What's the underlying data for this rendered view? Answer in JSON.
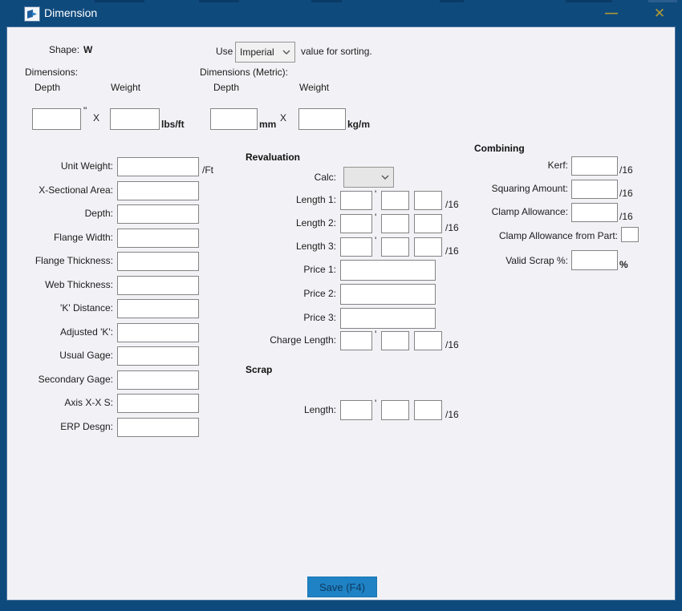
{
  "window": {
    "title": "Dimension",
    "minimize_glyph": "—",
    "close_glyph": "✕"
  },
  "colors": {
    "titlebar": "#0f4a7d",
    "titlebar_buttons_gold": "#b09a33",
    "dialog_background": "#f2f2f6",
    "save_button": "#1f82c4"
  },
  "header": {
    "shape_label": "Shape:",
    "shape_value": "W",
    "use_label": "Use",
    "sorting_dropdown_value": "Imperial",
    "sorting_suffix": "value for sorting.",
    "dimensions_label": "Dimensions:",
    "dimensions_metric_label": "Dimensions (Metric):",
    "depth_col_label": "Depth",
    "weight_col_label": "Weight",
    "inches_mark": "\"",
    "x_separator": "X",
    "lbs_unit": "lbs/ft",
    "mm_unit": "mm",
    "kg_unit": "kg/m",
    "imperial_depth_value": "",
    "imperial_weight_value": "",
    "metric_depth_value": "",
    "metric_weight_value": ""
  },
  "properties": {
    "fields": [
      {
        "label": "Unit Weight:",
        "value": "",
        "suffix": "/Ft"
      },
      {
        "label": "X-Sectional Area:",
        "value": ""
      },
      {
        "label": "Depth:",
        "value": ""
      },
      {
        "label": "Flange Width:",
        "value": ""
      },
      {
        "label": "Flange Thickness:",
        "value": ""
      },
      {
        "label": "Web Thickness:",
        "value": ""
      },
      {
        "label": "'K' Distance:",
        "value": ""
      },
      {
        "label": "Adjusted 'K':",
        "value": ""
      },
      {
        "label": "Usual Gage:",
        "value": ""
      },
      {
        "label": "Secondary Gage:",
        "value": ""
      },
      {
        "label": "Axis X-X S:",
        "value": ""
      },
      {
        "label": "ERP Desgn:",
        "value": ""
      }
    ]
  },
  "revaluation": {
    "title": "Revaluation",
    "calc_label": "Calc:",
    "calc_value": "",
    "feet_mark": "'",
    "sixteenth_suffix": "/16",
    "length_rows": [
      {
        "label": "Length 1:",
        "feet": "",
        "inches": "",
        "sixteenths": ""
      },
      {
        "label": "Length 2:",
        "feet": "",
        "inches": "",
        "sixteenths": ""
      },
      {
        "label": "Length 3:",
        "feet": "",
        "inches": "",
        "sixteenths": ""
      }
    ],
    "price_rows": [
      {
        "label": "Price 1:",
        "value": ""
      },
      {
        "label": "Price 2:",
        "value": ""
      },
      {
        "label": "Price 3:",
        "value": ""
      }
    ],
    "charge_length_label": "Charge Length:"
  },
  "scrap": {
    "title": "Scrap",
    "length_label": "Length:"
  },
  "combining": {
    "title": "Combining",
    "kerf_label": "Kerf:",
    "squaring_label": "Squaring Amount:",
    "clamp_label": "Clamp Allowance:",
    "clamp_from_part_label": "Clamp Allowance from Part:",
    "valid_scrap_label": "Valid Scrap %:",
    "percent_suffix": "%"
  },
  "footer": {
    "save_label": "Save (F4)"
  }
}
